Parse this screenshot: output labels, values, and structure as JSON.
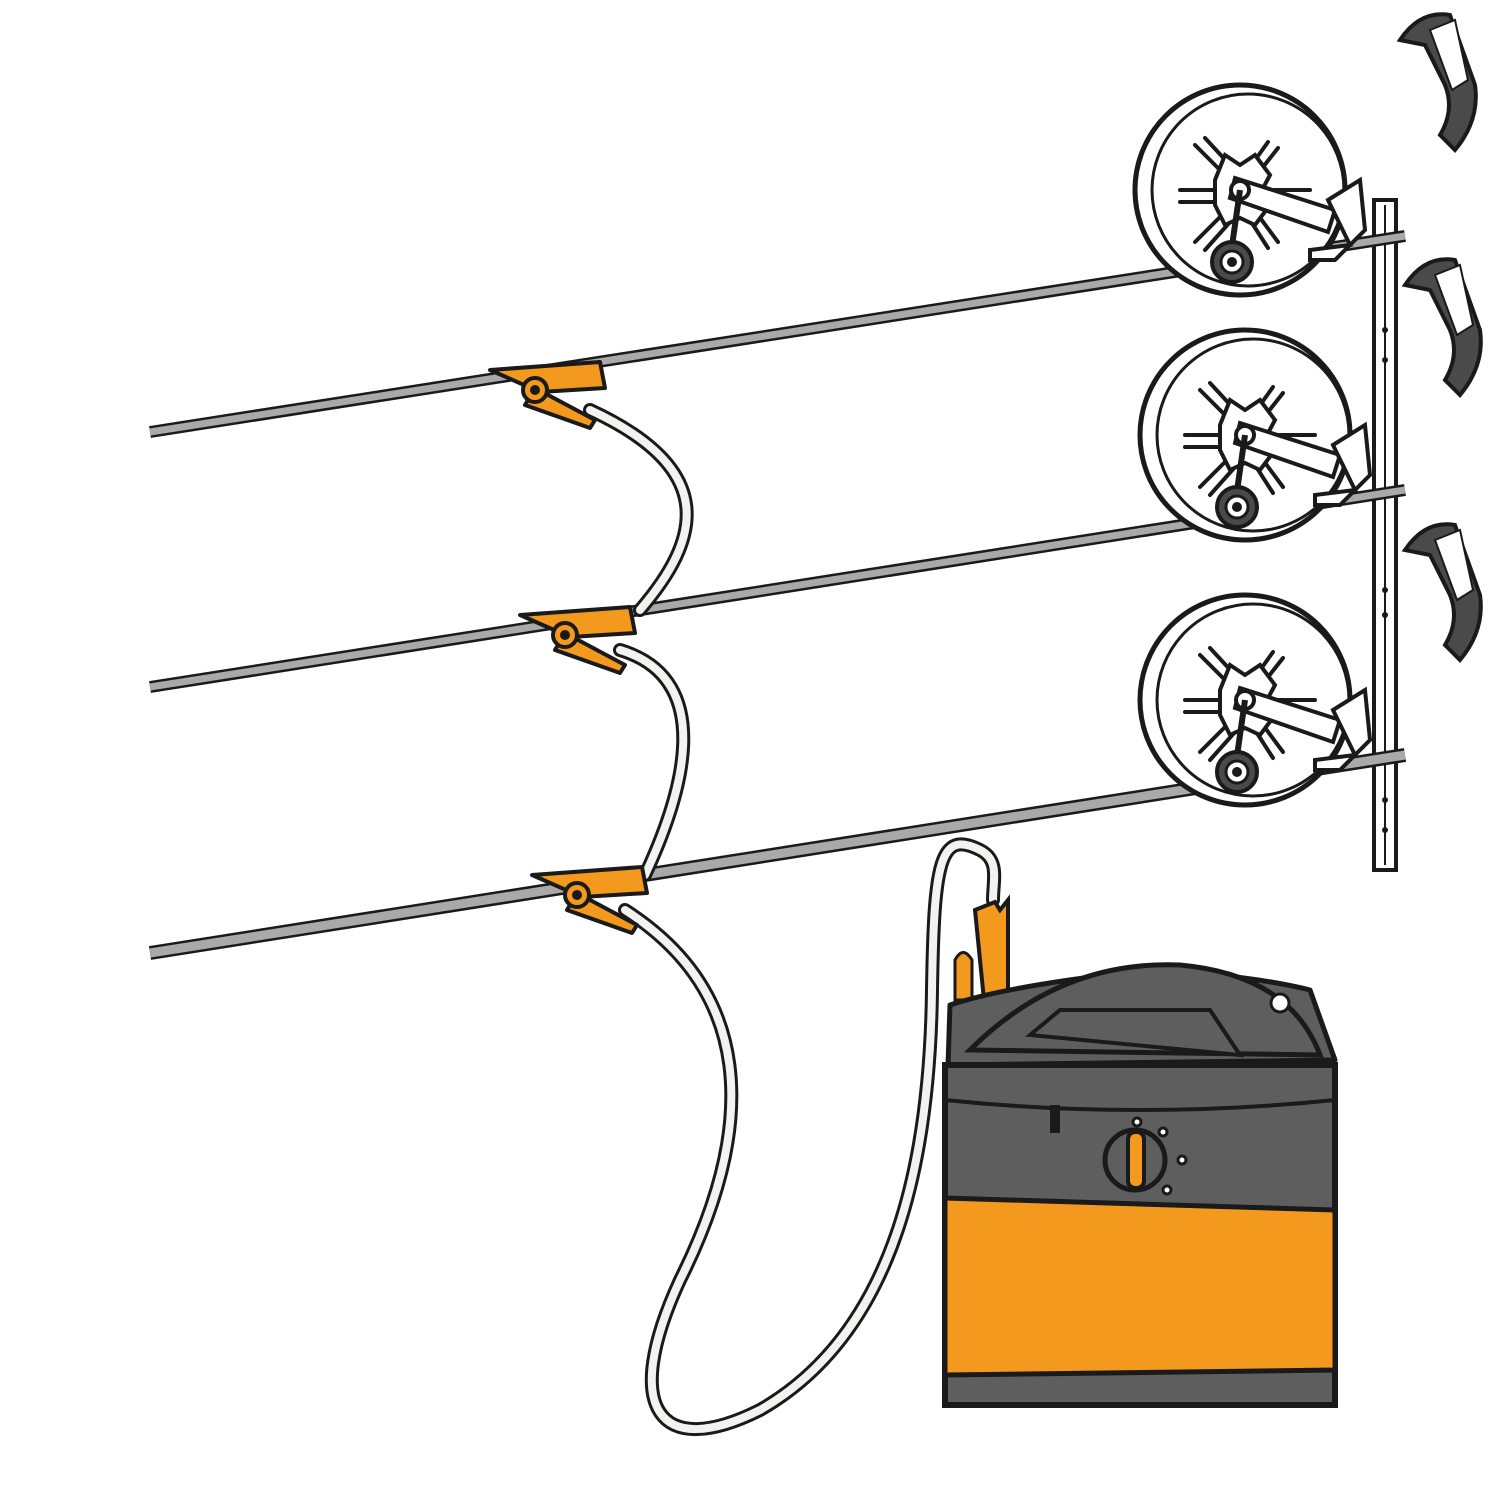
{
  "title": "",
  "colors": {
    "orange": "#F39A1E",
    "dark_gray": "#5E5E5E",
    "wire_gray": "#A9A9A9",
    "cable_fill": "#F2F2EF",
    "outline": "#1A1A1A",
    "background": "#FFFFFF"
  },
  "diagram": {
    "reels": [
      {
        "id": "reel-top",
        "icon": "fence-reel-icon"
      },
      {
        "id": "reel-middle",
        "icon": "fence-reel-icon"
      },
      {
        "id": "reel-bottom",
        "icon": "fence-reel-icon"
      }
    ],
    "wires": [
      "wire-top",
      "wire-middle",
      "wire-bottom"
    ],
    "clips": [
      "clip-top",
      "clip-middle",
      "clip-bottom"
    ],
    "energizer": {
      "icon": "fence-energizer-icon"
    },
    "post": {
      "icon": "fence-post-icon"
    }
  }
}
